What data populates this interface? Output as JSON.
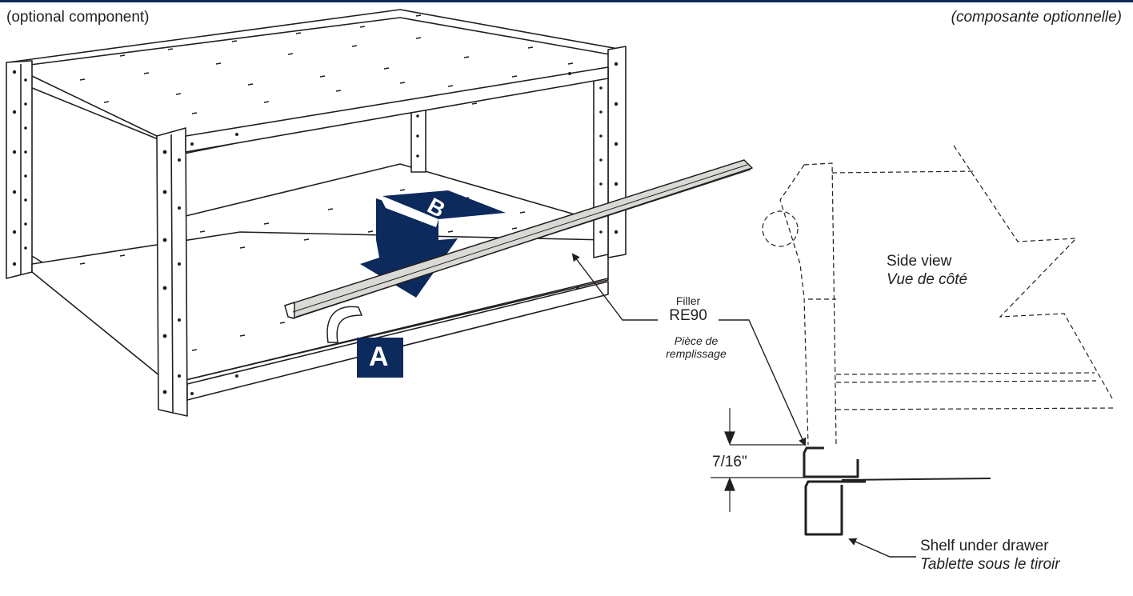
{
  "header": {
    "left_note": "(optional component)",
    "right_note": "(composante optionnelle)"
  },
  "labels": {
    "step_a": "A",
    "step_b": "B"
  },
  "filler": {
    "name_en": "Filler",
    "part_number": "RE90",
    "name_fr_line1": "Pièce de",
    "name_fr_line2": "remplissage"
  },
  "side_view": {
    "title_en": "Side view",
    "title_fr": "Vue de côté"
  },
  "dimension": {
    "value": "7/16\""
  },
  "shelf": {
    "label_en": "Shelf under drawer",
    "label_fr": "Tablette sous le tiroir"
  },
  "colors": {
    "accent_navy": "#0d2a5c",
    "line": "#231f20",
    "filler_fill": "#d9d9d6"
  }
}
